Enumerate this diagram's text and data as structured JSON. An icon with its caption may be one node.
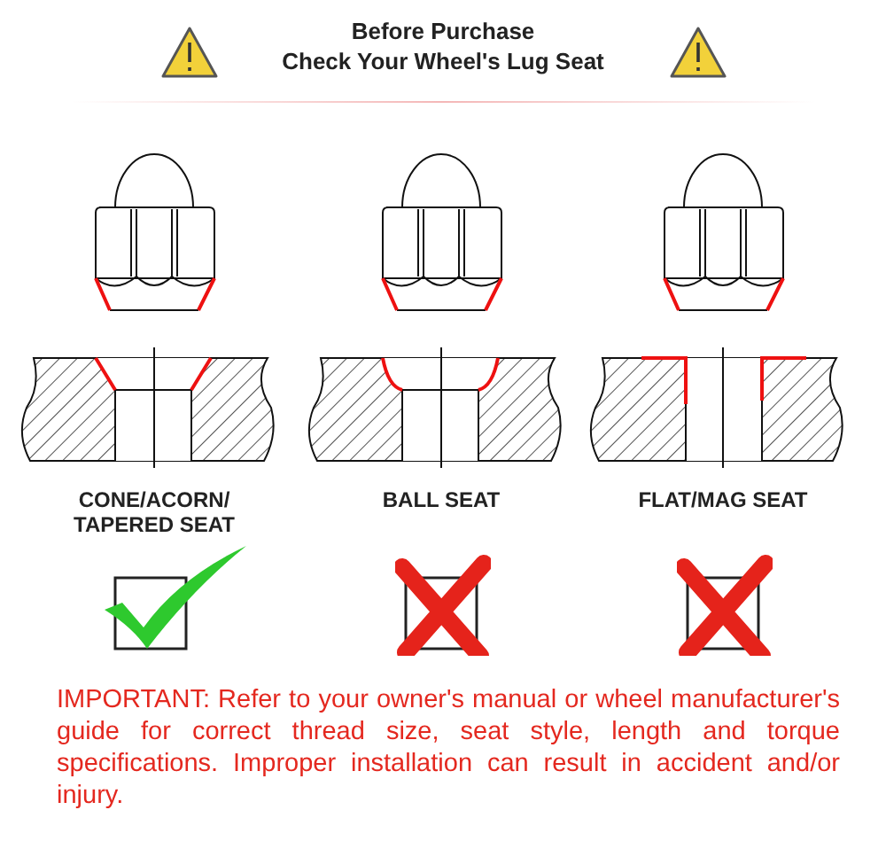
{
  "diagram": {
    "title": "Before Purchase",
    "labels": [
      "Check Your Wheel's Lug Seat",
      "CONE/ACORN/ TAPERED SEAT",
      "BALL SEAT",
      "FLAT/MAG SEAT",
      "IMPORTANT: Refer to your owner's manual or wheel manufacturer's guide for correct thread size, seat style, length and torque specifications. Improper installation can result in accident and/or injury."
    ]
  }
}
